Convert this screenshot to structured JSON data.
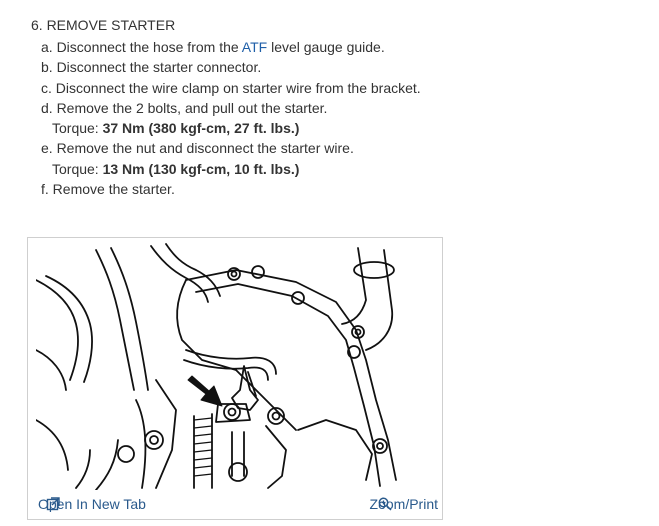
{
  "procedure": {
    "heading": "6. REMOVE STARTER",
    "steps": {
      "a": {
        "prefix": "a. Disconnect the hose from the ",
        "link": "ATF",
        "suffix": " level gauge guide."
      },
      "b": {
        "text": "b. Disconnect the starter connector."
      },
      "c": {
        "text": "c. Disconnect the wire clamp on starter wire from the bracket."
      },
      "d": {
        "text": "d. Remove the 2 bolts, and pull out the starter.",
        "torque_label": "Torque: ",
        "torque_value": "37 Nm (380 kgf-cm, 27 ft. lbs.)"
      },
      "e": {
        "text": "e. Remove the nut and disconnect the starter wire.",
        "torque_label": "Torque: ",
        "torque_value": "13 Nm (130 kgf-cm, 10 ft. lbs.)"
      },
      "f": {
        "text": "f. Remove the starter."
      }
    }
  },
  "figure": {
    "open_label": "Open In New Tab",
    "zoom_label": "Zoom/Print",
    "open_icon": "open-new-tab-icon",
    "zoom_icon": "magnifier-plus-icon",
    "link_color": "#1f5fa8"
  }
}
